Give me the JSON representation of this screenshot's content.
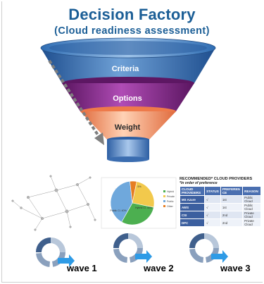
{
  "title": "Decision Factory",
  "subtitle": "(Cloud readiness assessment)",
  "funnel": {
    "stages": [
      "Criteria",
      "Options",
      "Weight"
    ],
    "colors": {
      "criteria": "#3f77b6",
      "options": "#8a2a8d",
      "weight": "#f08a5c",
      "spout": "#5b8ed0"
    }
  },
  "pie": {
    "slices": [
      {
        "label": "Private Cl. 25%",
        "value": 25,
        "color": "#f2c94c"
      },
      {
        "label": "Hybrid Cl. 30%",
        "value": 30,
        "color": "#4caf50"
      },
      {
        "label": "Public Cl. 40%",
        "value": 40,
        "color": "#6fa8dc"
      },
      {
        "label": "5%",
        "value": 5,
        "color": "#e67e22"
      }
    ],
    "legend": [
      "Hybrid",
      "Private",
      "Public",
      "Other"
    ]
  },
  "recommended": {
    "title": "RECOMMENDED* CLOUD PROVIDERS",
    "subtitle": "*In order of preference",
    "headers": [
      "CLOUD PROVIDERS",
      "STATUS",
      "PREFEREN CE",
      "REASON"
    ],
    "rows": [
      {
        "provider": "MS Azure",
        "status": "√",
        "pref": "1st",
        "reason": "Public Cloud"
      },
      {
        "provider": "AWS",
        "status": "√",
        "pref": "1st",
        "reason": "Public Cloud"
      },
      {
        "provider": "CSI",
        "status": "√",
        "pref": "2nd",
        "reason": "Private Cloud"
      },
      {
        "provider": "DPC",
        "status": "√",
        "pref": "2nd",
        "reason": "Private Cloud"
      }
    ]
  },
  "waves": [
    "wave 1",
    "wave 2",
    "wave 3"
  ]
}
